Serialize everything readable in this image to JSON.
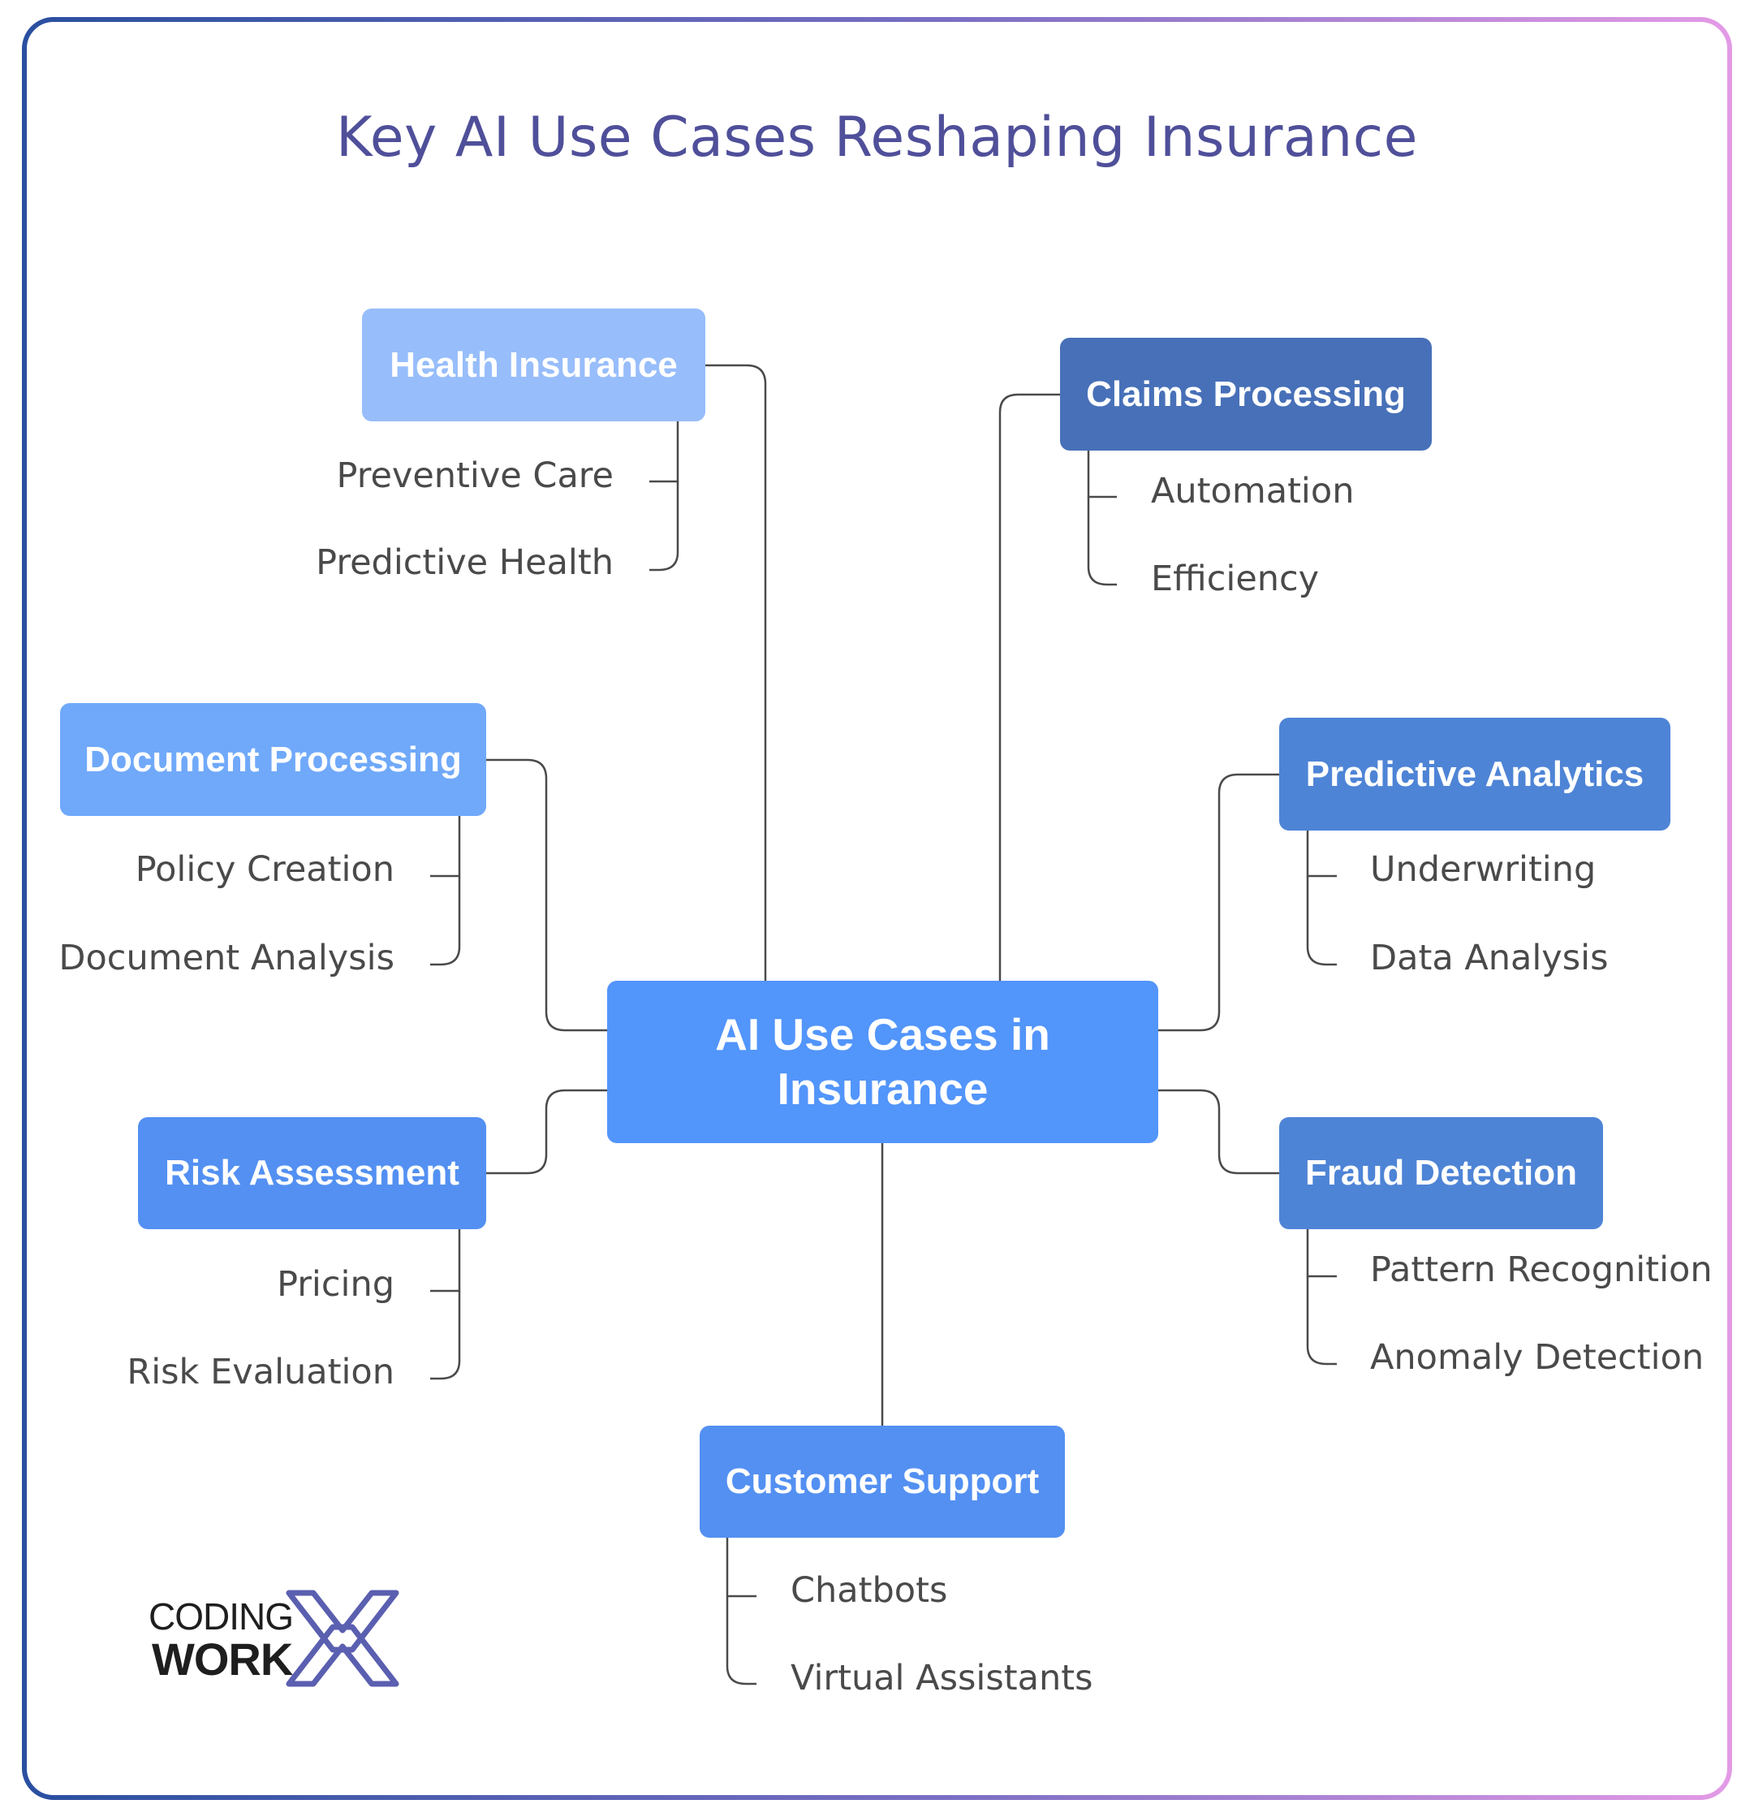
{
  "title": "Key AI Use Cases Reshaping Insurance",
  "center": {
    "label_line1": "AI Use Cases in",
    "label_line2": "Insurance"
  },
  "branches": [
    {
      "id": "health",
      "label": "Health Insurance",
      "items": [
        "Preventive Care",
        "Predictive Health"
      ]
    },
    {
      "id": "claims",
      "label": "Claims Processing",
      "items": [
        "Automation",
        "Efficiency"
      ]
    },
    {
      "id": "document",
      "label": "Document Processing",
      "items": [
        "Policy Creation",
        "Document Analysis"
      ]
    },
    {
      "id": "predictive",
      "label": "Predictive Analytics",
      "items": [
        "Underwriting",
        "Data Analysis"
      ]
    },
    {
      "id": "risk",
      "label": "Risk Assessment",
      "items": [
        "Pricing",
        "Risk Evaluation"
      ]
    },
    {
      "id": "fraud",
      "label": "Fraud Detection",
      "items": [
        "Pattern Recognition",
        "Anomaly Detection"
      ]
    },
    {
      "id": "support",
      "label": "Customer Support",
      "items": [
        "Chatbots",
        "Virtual Assistants"
      ]
    }
  ],
  "logo": {
    "line1": "CODING",
    "line2": "WORK",
    "mark": "X"
  },
  "colors": {
    "center": "#5295fb",
    "health": "#97bdfb",
    "claims": "#4770b8",
    "document": "#70a9fa",
    "predictive": "#4e84d6",
    "risk": "#5390f2",
    "fraud": "#4e84d6",
    "support": "#5390f2",
    "title": "#4f4f9a",
    "connector": "#4a4a4a",
    "logo_mark": "#5b5fb0"
  }
}
